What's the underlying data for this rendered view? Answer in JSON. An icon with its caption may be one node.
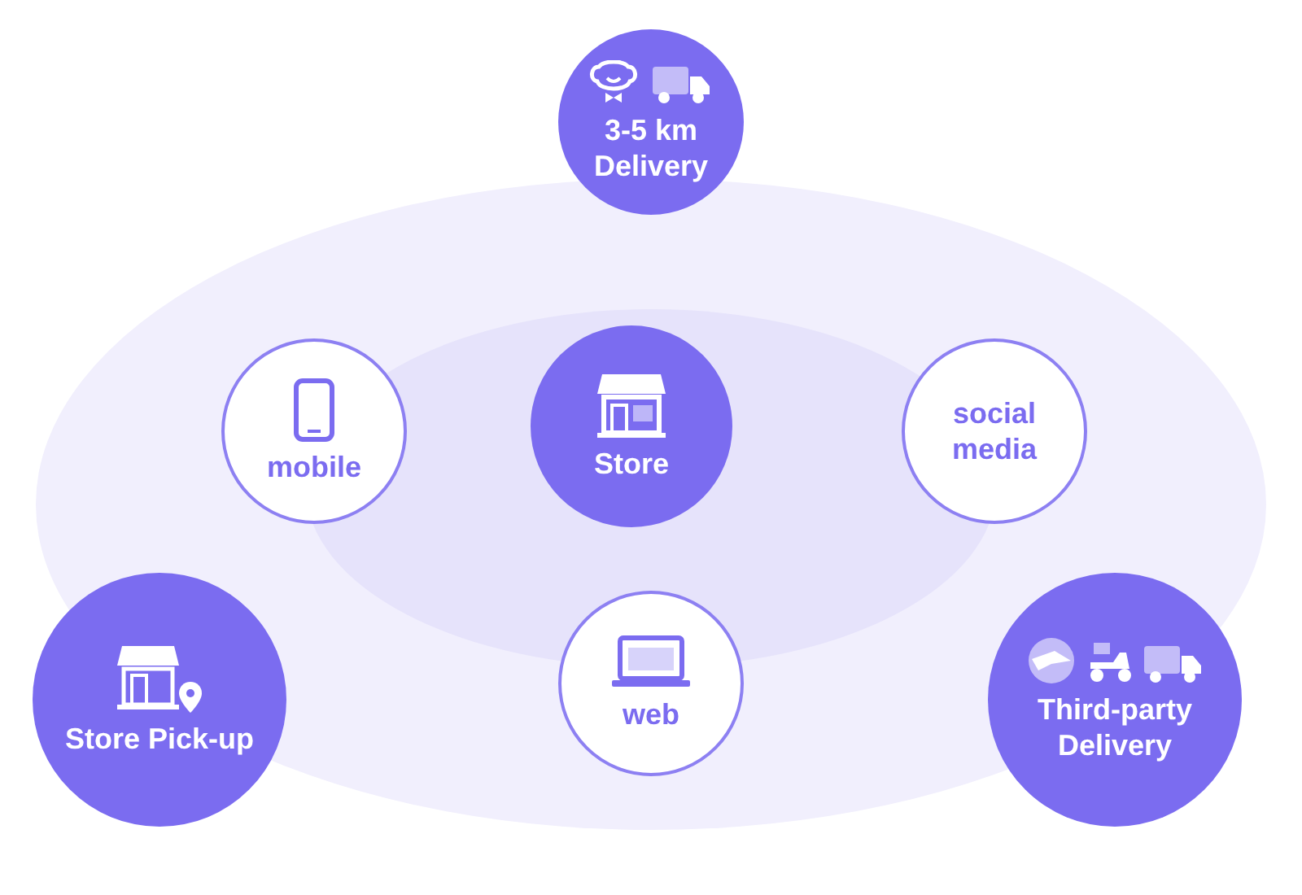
{
  "diagram": {
    "nodes": [
      {
        "text": [
          "3-5 km Delivery"
        ]
      },
      {
        "text": [
          "mobile"
        ]
      },
      {
        "text": [
          "Store"
        ]
      },
      {
        "text": [
          "social media"
        ]
      },
      {
        "text": [
          "Store Pick-up"
        ]
      },
      {
        "text": [
          "web"
        ]
      },
      {
        "text": [
          "Third-party Delivery"
        ]
      }
    ]
  }
}
